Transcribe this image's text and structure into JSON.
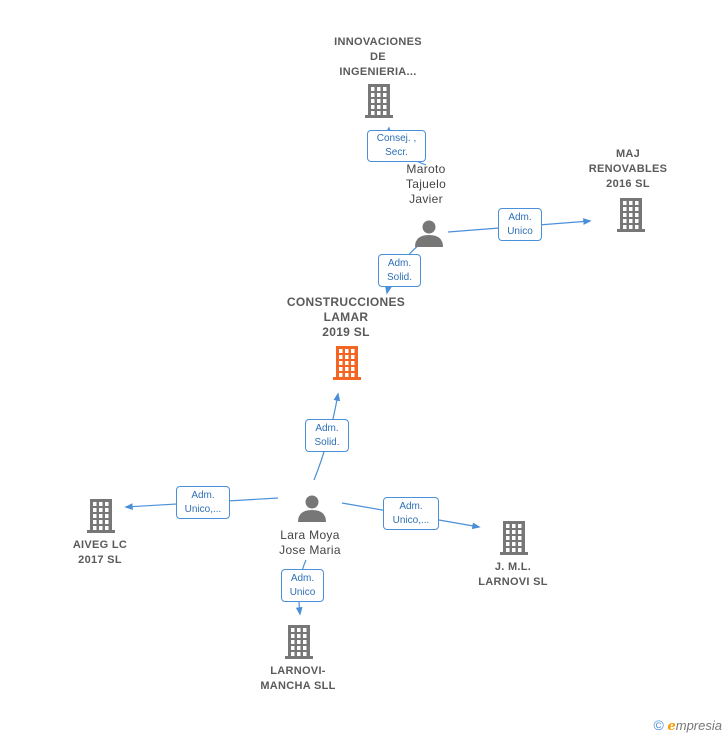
{
  "nodes": [
    {
      "id": "innovaciones",
      "kind": "company",
      "label": "INNOVACIONES\nDE\nINGENIERIA...",
      "color": "#777777"
    },
    {
      "id": "maroto",
      "kind": "person",
      "label": "Maroto\nTajuelo\nJavier",
      "color": "#777777"
    },
    {
      "id": "maj",
      "kind": "company",
      "label": "MAJ\nRENOVABLES\n2016 SL",
      "color": "#777777"
    },
    {
      "id": "construcciones",
      "kind": "center",
      "label": "CONSTRUCCIONES\nLAMAR\n2019  SL",
      "color": "#f26522"
    },
    {
      "id": "lara",
      "kind": "person",
      "label": "Lara Moya\nJose Maria",
      "color": "#777777"
    },
    {
      "id": "aiveg",
      "kind": "company",
      "label": "AIVEG LC\n2017  SL",
      "color": "#777777"
    },
    {
      "id": "jml",
      "kind": "company",
      "label": "J. M.L.\nLARNOVI SL",
      "color": "#777777"
    },
    {
      "id": "larnovi",
      "kind": "company",
      "label": "LARNOVI-\nMANCHA SLL",
      "color": "#777777"
    }
  ],
  "edges": [
    {
      "from": "maroto",
      "to": "innovaciones",
      "label": "Consej. ,\nSecr."
    },
    {
      "from": "maroto",
      "to": "maj",
      "label": "Adm.\nUnico"
    },
    {
      "from": "maroto",
      "to": "construcciones",
      "label": "Adm.\nSolid."
    },
    {
      "from": "lara",
      "to": "construcciones",
      "label": "Adm.\nSolid."
    },
    {
      "from": "lara",
      "to": "aiveg",
      "label": "Adm.\nUnico,..."
    },
    {
      "from": "lara",
      "to": "jml",
      "label": "Adm.\nUnico,..."
    },
    {
      "from": "lara",
      "to": "larnovi",
      "label": "Adm.\nUnico"
    }
  ],
  "colors": {
    "edge": "#4a90d9",
    "icon": "#777777",
    "center": "#f26522"
  },
  "brand": {
    "copyright": "©",
    "initial": "e",
    "name": "mpresia"
  }
}
